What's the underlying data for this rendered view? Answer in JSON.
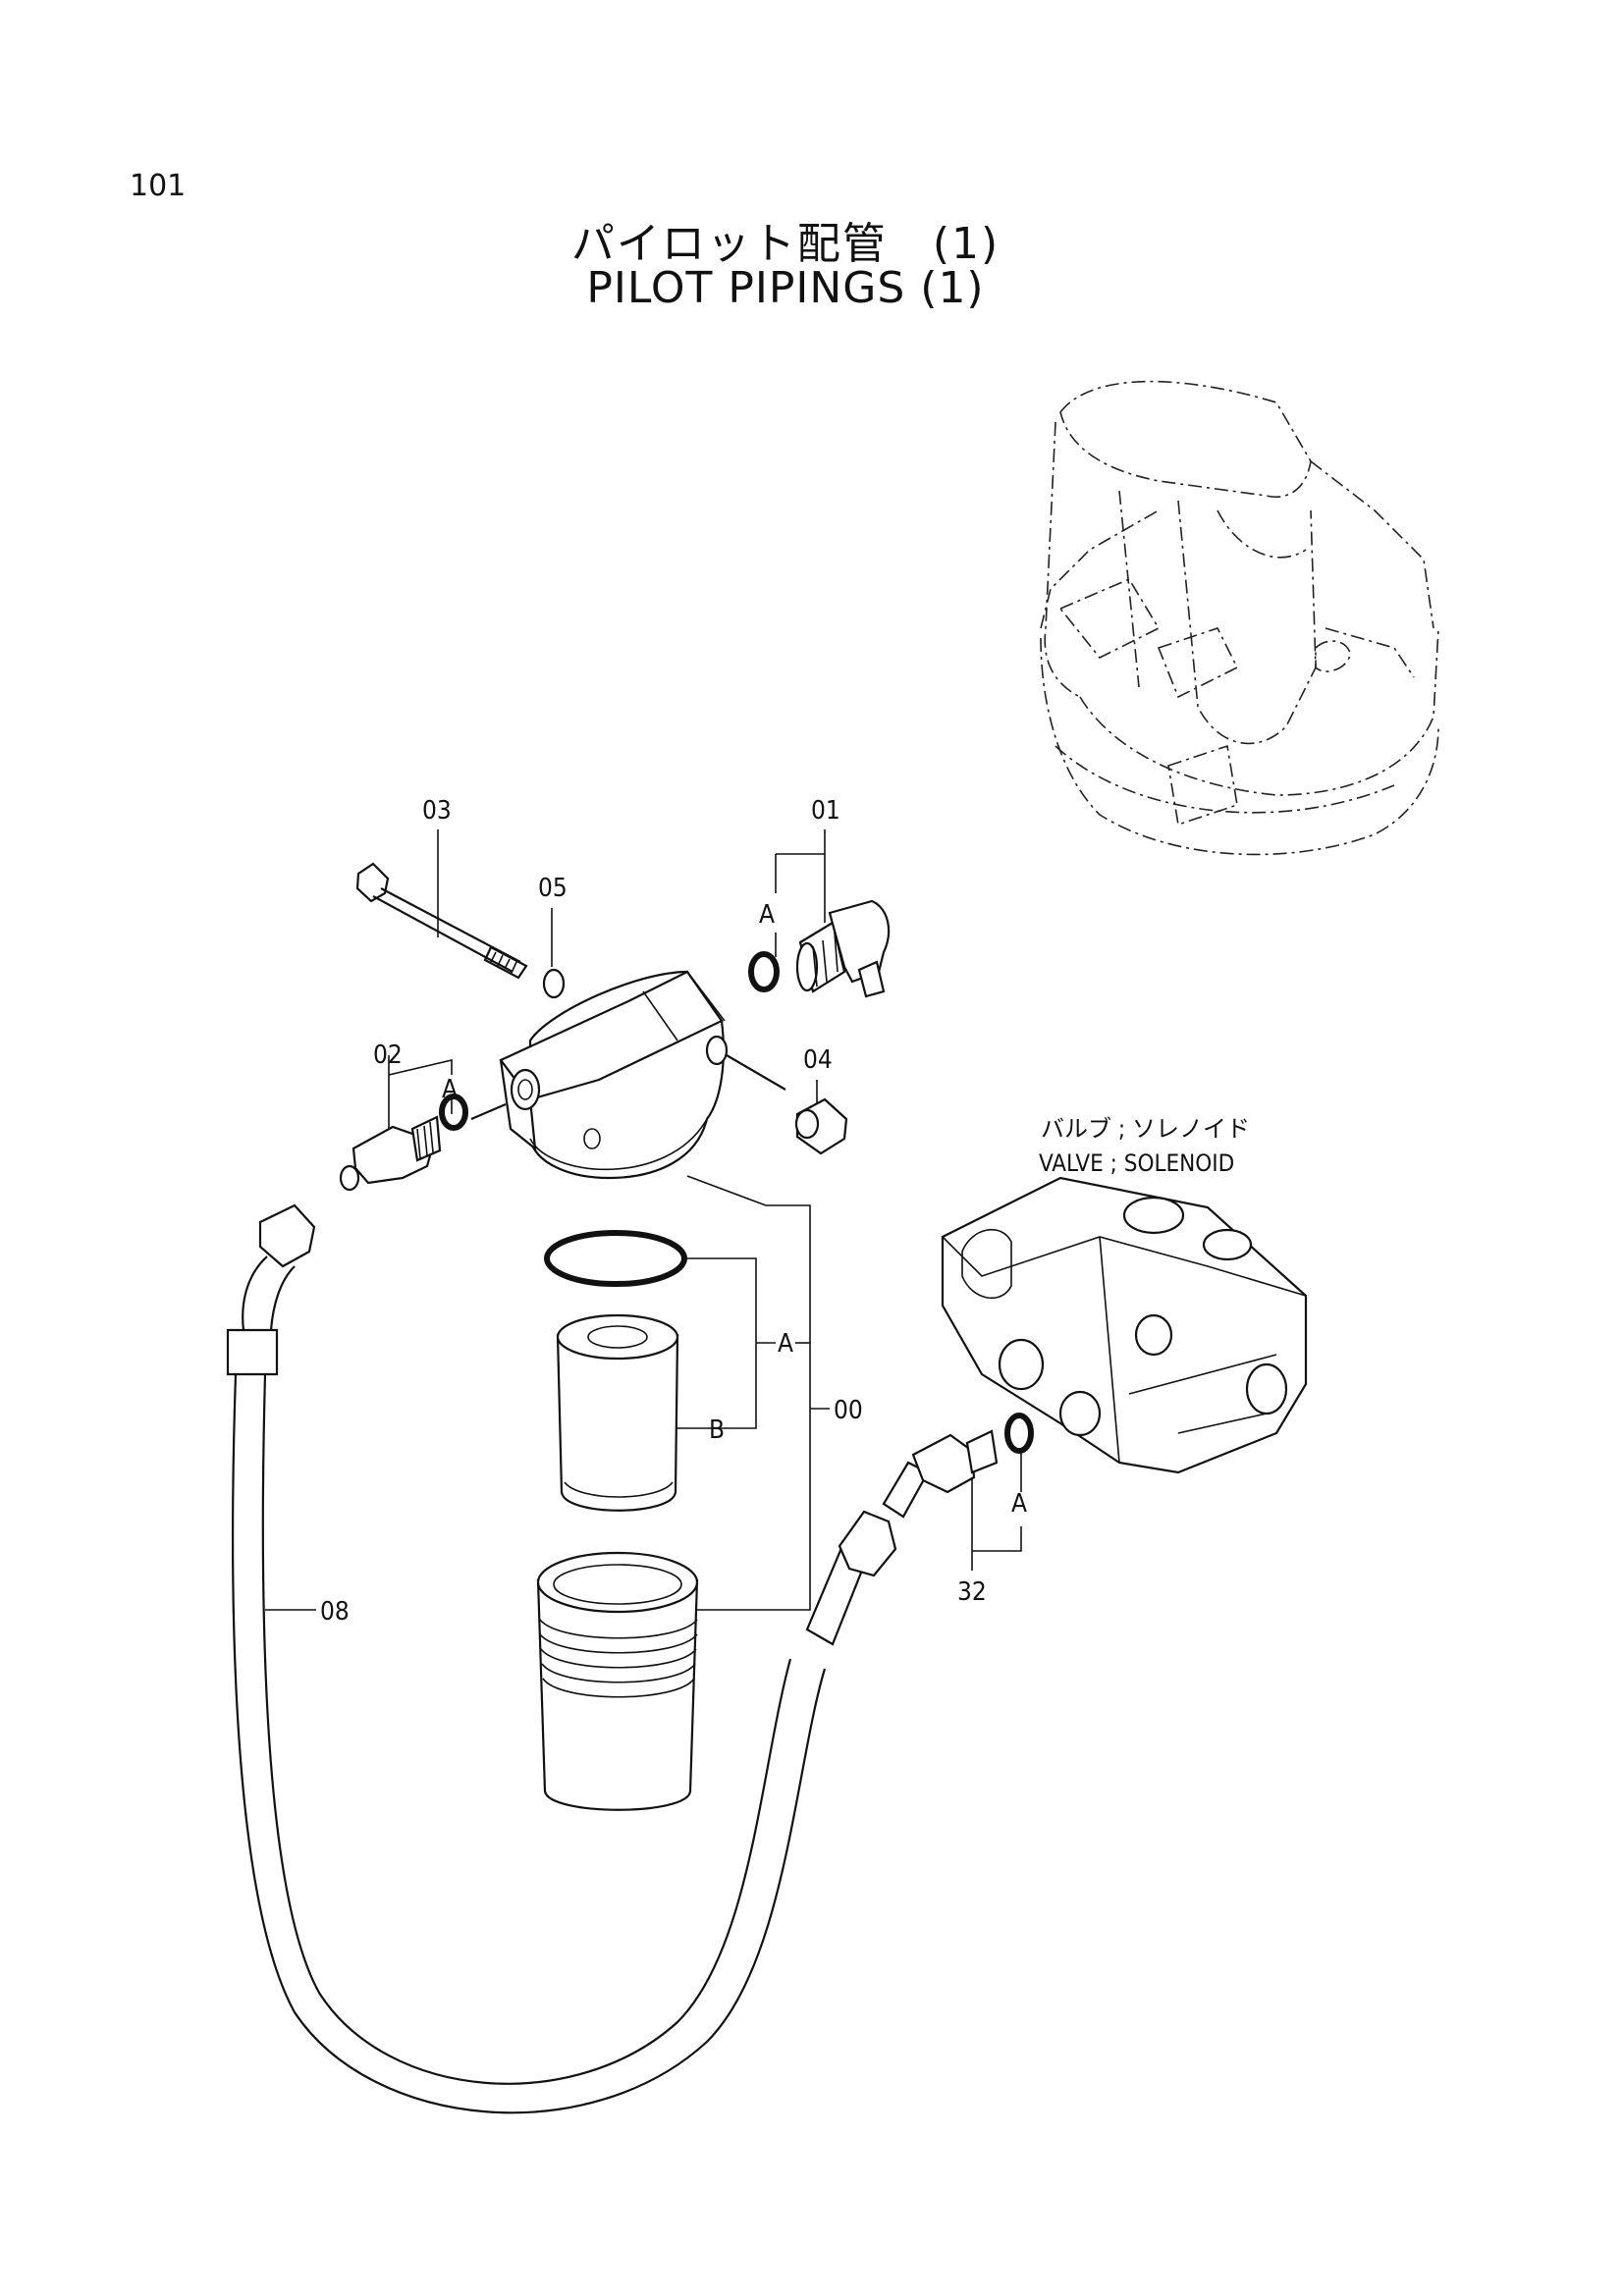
{
  "page": {
    "number": "101",
    "title_jp": "パイロット配管　(1)",
    "title_en": "PILOT  PIPINGS  (1)"
  },
  "valve_label": {
    "jp": "バルブ ; ソレノイド",
    "en": "VALVE ; SOLENOID"
  },
  "callouts": {
    "c00": "00",
    "c01": "01",
    "c02": "02",
    "c03": "03",
    "c04": "04",
    "c05": "05",
    "c08": "08",
    "c32": "32",
    "a_01": "A",
    "a_02": "A",
    "a_00": "A",
    "b_00": "B",
    "a_32": "A"
  }
}
